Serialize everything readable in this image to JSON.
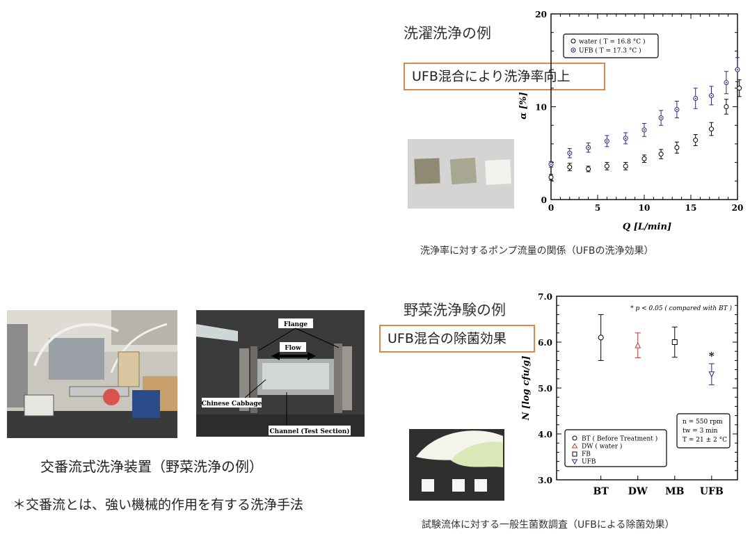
{
  "panel1": {
    "heading": "洗濯洗浄の例",
    "callout": "UFB混合により洗浄率向上",
    "caption": "洗浄率に対するポンプ流量の関係（UFBの洗浄効果）"
  },
  "panel2": {
    "heading": "野菜洗浄験の例",
    "callout": "UFB混合の除菌効果",
    "caption": "試験流体に対する一般生菌数調査（UFBによる除菌効果）"
  },
  "apparatus": {
    "labels": {
      "flange": "Flange",
      "flow": "Flow",
      "cabbage": "Chinese Cabbage",
      "channel": "Channel (Test Section)"
    },
    "caption": "交番流式洗浄装置（野菜洗浄の例）",
    "note": "＊交番流とは、強い機械的作用を有する洗浄手法"
  },
  "colors": {
    "callout_border": "#d9894a",
    "ufb_series": "#1f2a8a",
    "dw_series": "#c0392b"
  },
  "chart_data": [
    {
      "type": "scatter",
      "title": "",
      "xlabel": "Q [L/min]",
      "ylabel": "α [%]",
      "xlim": [
        0,
        20
      ],
      "ylim": [
        0,
        20
      ],
      "xticks": [
        "0",
        "5",
        "10",
        "15",
        "20"
      ],
      "yticks": [
        "0",
        "10",
        "20"
      ],
      "legend_position": "top-left",
      "series": [
        {
          "name": "water ( T = 16.8 °C )",
          "marker": "open-circle",
          "x": [
            0,
            2,
            4,
            6,
            8,
            10,
            11.8,
            13.5,
            15.5,
            17.2,
            18.8,
            20.2
          ],
          "y": [
            2.4,
            3.5,
            3.3,
            3.6,
            3.6,
            4.4,
            4.9,
            5.6,
            6.4,
            7.6,
            10.0,
            12.0
          ],
          "err": [
            0.3,
            0.4,
            0.3,
            0.4,
            0.4,
            0.4,
            0.5,
            0.6,
            0.6,
            0.7,
            0.8,
            0.9
          ]
        },
        {
          "name": "UFB ( T = 17.3 °C )",
          "marker": "dotted-circle",
          "x": [
            0,
            2,
            4,
            6,
            8,
            10,
            11.8,
            13.5,
            15.5,
            17.2,
            18.8,
            20
          ],
          "y": [
            3.8,
            5.0,
            5.6,
            6.3,
            6.6,
            7.5,
            8.8,
            9.7,
            10.9,
            11.2,
            12.6,
            14.0
          ],
          "err": [
            0.3,
            0.5,
            0.5,
            0.6,
            0.6,
            0.7,
            0.8,
            0.9,
            1.1,
            1.0,
            1.2,
            1.3
          ]
        }
      ]
    },
    {
      "type": "scatter",
      "title": "",
      "xlabel": "",
      "ylabel": "N [log cfu/g]",
      "categories": [
        "BT",
        "DW",
        "MB",
        "UFB"
      ],
      "ylim": [
        3.0,
        7.0
      ],
      "yticks": [
        "3.0",
        "4.0",
        "5.0",
        "6.0",
        "7.0"
      ],
      "annotation": "* p < 0.05 ( compared with BT )",
      "significance": {
        "category": "UFB",
        "mark": "*"
      },
      "conditions": [
        "n = 550 rpm",
        "tw = 3 min",
        "T = 21 ± 2 °C"
      ],
      "legend_position": "bottom-left",
      "legend": [
        "BT ( Before Treatment )",
        "DW ( water )",
        "FB",
        "UFB"
      ],
      "series": [
        {
          "name": "BT ( Before Treatment )",
          "category": "BT",
          "marker": "circle",
          "value": 6.1,
          "err": 0.5
        },
        {
          "name": "DW ( water )",
          "category": "DW",
          "marker": "triangle",
          "value": 5.93,
          "err": 0.27
        },
        {
          "name": "FB",
          "category": "MB",
          "marker": "square",
          "value": 6.0,
          "err": 0.33
        },
        {
          "name": "UFB",
          "category": "UFB",
          "marker": "triangle-down",
          "value": 5.3,
          "err": 0.23
        }
      ]
    }
  ]
}
